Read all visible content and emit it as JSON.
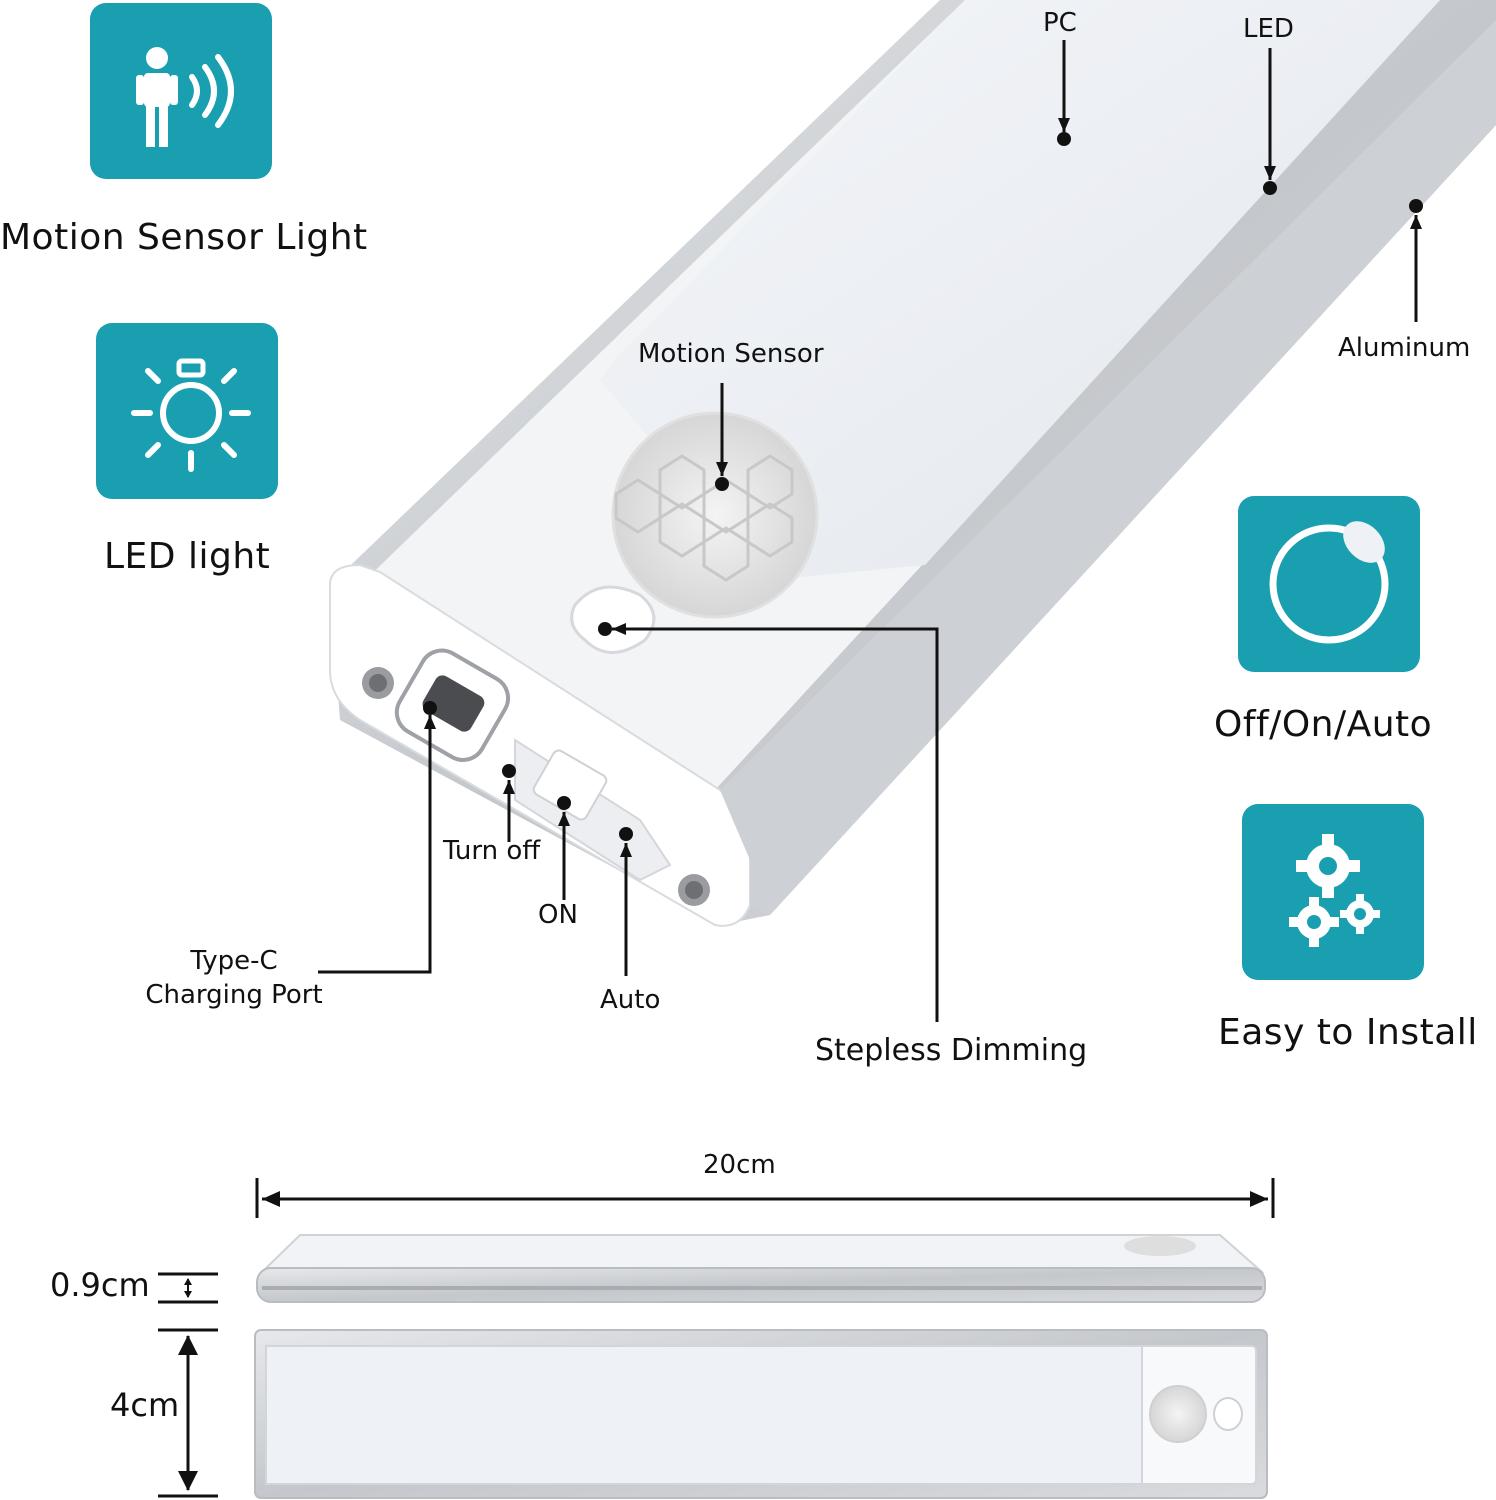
{
  "features": {
    "motion_sensor_light": {
      "label": "Motion Sensor Light",
      "icon": "person-motion-icon"
    },
    "led_light": {
      "label": "LED light",
      "icon": "bulb-icon"
    },
    "off_on_auto": {
      "label": "Off/On/Auto",
      "icon": "dial-icon"
    },
    "easy_install": {
      "label": "Easy to Install",
      "icon": "gears-icon"
    }
  },
  "callouts": {
    "pc": "PC",
    "led": "LED",
    "aluminum": "Aluminum",
    "motion_sensor": "Motion Sensor",
    "turn_off": "Turn off",
    "on": "ON",
    "auto": "Auto",
    "type_c_line1": "Type-C",
    "type_c_line2": "Charging Port",
    "stepless_dimming": "Stepless Dimming"
  },
  "dimensions": {
    "length": "20cm",
    "thickness": "0.9cm",
    "width": "4cm"
  },
  "colors": {
    "accent": "#1a9fb0",
    "aluminum": "#c9ccd0",
    "panel": "#eef1f5",
    "white": "#ffffff"
  }
}
